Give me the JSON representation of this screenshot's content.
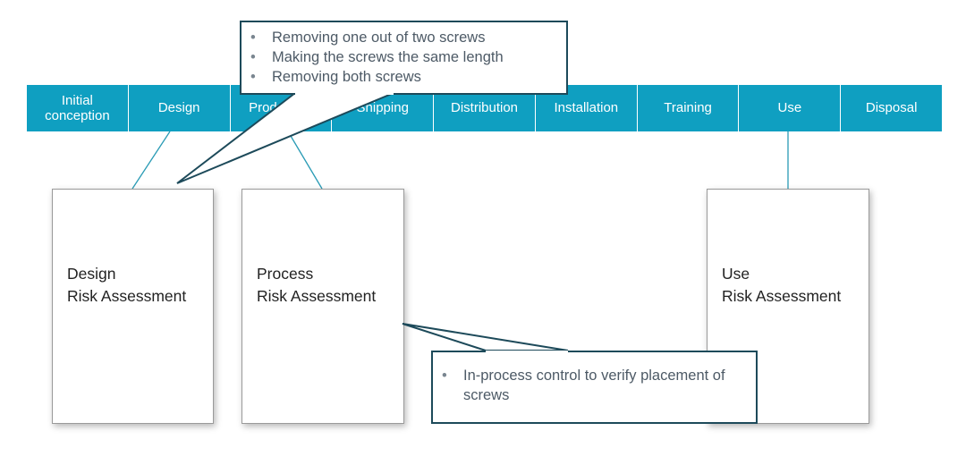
{
  "phases": [
    {
      "label": "Initial\nconception"
    },
    {
      "label": "Design"
    },
    {
      "label": "Production"
    },
    {
      "label": "Shipping"
    },
    {
      "label": "Distribution"
    },
    {
      "label": "Installation"
    },
    {
      "label": "Training"
    },
    {
      "label": "Use"
    },
    {
      "label": "Disposal"
    }
  ],
  "assessments": {
    "design": {
      "title": "Design\nRisk Assessment"
    },
    "process": {
      "title": "Process\nRisk Assessment"
    },
    "use": {
      "title": "Use\nRisk Assessment"
    }
  },
  "callouts": {
    "design_actions": {
      "items": [
        "Removing one out of two screws",
        "Making the screws the same length",
        "Removing both screws"
      ]
    },
    "process_actions": {
      "items": [
        "In-process control to verify placement of screws"
      ]
    }
  },
  "colors": {
    "phase_bar": "#0f9fc1",
    "callout_border": "#1d4a5a",
    "connector": "#2a9bb5"
  }
}
